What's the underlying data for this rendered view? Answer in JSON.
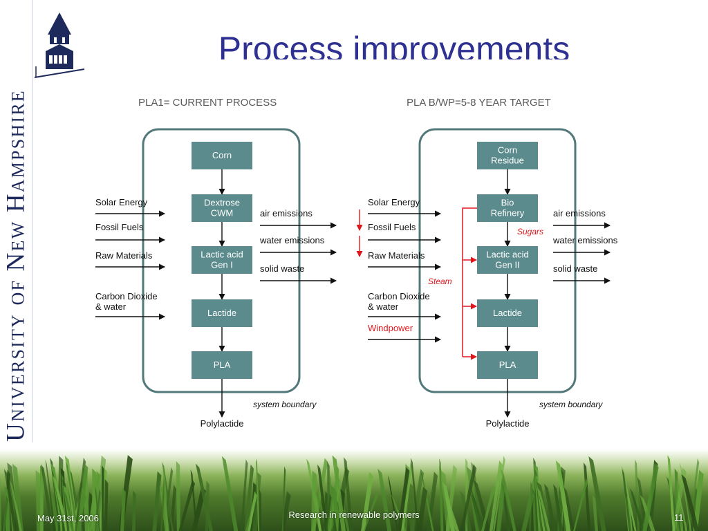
{
  "slide": {
    "title": "Process improvements",
    "sidebar_text": "University of New Hampshire"
  },
  "footer": {
    "date": "May 31st, 2006",
    "center": "Research in renewable polymers",
    "page": "11"
  },
  "colors": {
    "title": "#2e3192",
    "box_fill": "#5b8b8c",
    "boundary": "#53787a",
    "accent_red": "#e0161d",
    "sidebar_text": "#1f2a5c"
  },
  "diagram": {
    "current": {
      "header": "PLA1= CURRENT PROCESS",
      "boxes": [
        "Corn",
        "Dextrose\nCWM",
        "Lactic acid\nGen I",
        "Lactide",
        "PLA"
      ],
      "inputs": [
        "Solar Energy",
        "Fossil Fuels",
        "Raw Materials",
        "Carbon Dioxide\n& water"
      ],
      "outputs": [
        "air emissions",
        "water emissions",
        "solid waste"
      ],
      "boundary_label": "system boundary",
      "product": "Polylactide"
    },
    "target": {
      "header": "PLA B/WP=5-8  YEAR TARGET",
      "boxes": [
        "Corn\nResidue",
        "Bio\nRefinery",
        "Lactic acid\nGen II",
        "Lactide",
        "PLA"
      ],
      "inputs": [
        "Solar Energy",
        "Fossil Fuels",
        "Raw Materials",
        "Carbon Dioxide\n& water"
      ],
      "input_highlight": "Windpower",
      "outputs": [
        "air emissions",
        "water emissions",
        "solid waste"
      ],
      "annotations": {
        "sugars": "Sugars",
        "steam": "Steam"
      },
      "boundary_label": "system boundary",
      "product": "Polylactide"
    }
  }
}
